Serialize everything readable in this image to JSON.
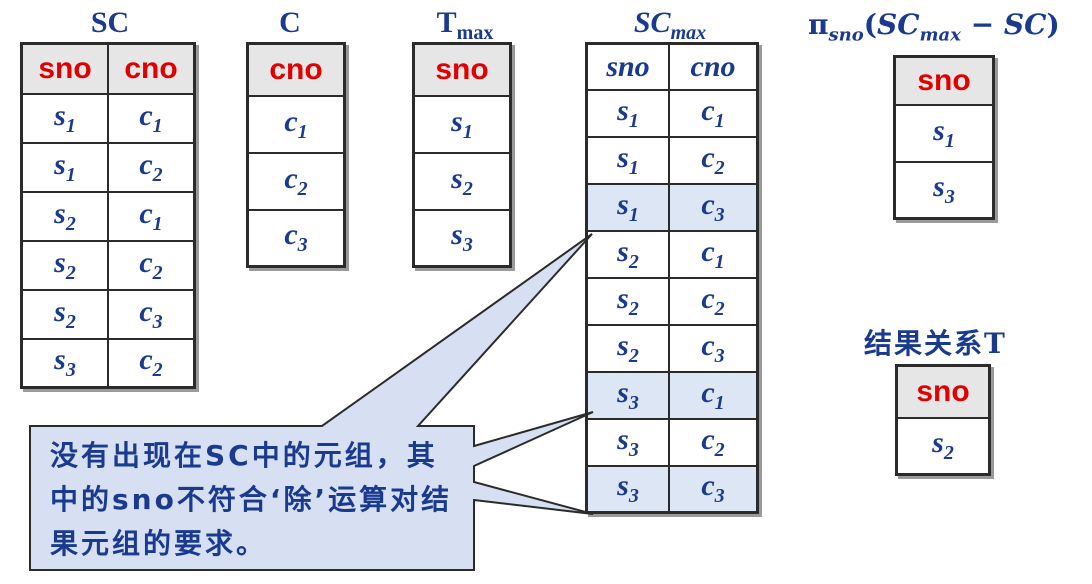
{
  "captions": {
    "sc": "SC",
    "c": "C",
    "tmax_base": "T",
    "tmax_sub": "max",
    "scmax_base": "SC",
    "scmax_sub": "max"
  },
  "sc_table": {
    "headers": [
      "sno",
      "cno"
    ],
    "rows": [
      {
        "sno": "s",
        "sno_sub": "1",
        "cno": "c",
        "cno_sub": "1"
      },
      {
        "sno": "s",
        "sno_sub": "1",
        "cno": "c",
        "cno_sub": "2"
      },
      {
        "sno": "s",
        "sno_sub": "2",
        "cno": "c",
        "cno_sub": "1"
      },
      {
        "sno": "s",
        "sno_sub": "2",
        "cno": "c",
        "cno_sub": "2"
      },
      {
        "sno": "s",
        "sno_sub": "2",
        "cno": "c",
        "cno_sub": "3"
      },
      {
        "sno": "s",
        "sno_sub": "3",
        "cno": "c",
        "cno_sub": "2"
      }
    ]
  },
  "c_table": {
    "header": "cno",
    "rows": [
      {
        "v": "c",
        "sub": "1"
      },
      {
        "v": "c",
        "sub": "2"
      },
      {
        "v": "c",
        "sub": "3"
      }
    ]
  },
  "tmax_table": {
    "header": "sno",
    "rows": [
      {
        "v": "s",
        "sub": "1"
      },
      {
        "v": "s",
        "sub": "2"
      },
      {
        "v": "s",
        "sub": "3"
      }
    ]
  },
  "scmax_table": {
    "headers": [
      "sno",
      "cno"
    ],
    "rows": [
      {
        "sno": "s",
        "sno_sub": "1",
        "cno": "c",
        "cno_sub": "1",
        "highlight": false
      },
      {
        "sno": "s",
        "sno_sub": "1",
        "cno": "c",
        "cno_sub": "2",
        "highlight": false
      },
      {
        "sno": "s",
        "sno_sub": "1",
        "cno": "c",
        "cno_sub": "3",
        "highlight": true
      },
      {
        "sno": "s",
        "sno_sub": "2",
        "cno": "c",
        "cno_sub": "1",
        "highlight": false
      },
      {
        "sno": "s",
        "sno_sub": "2",
        "cno": "c",
        "cno_sub": "2",
        "highlight": false
      },
      {
        "sno": "s",
        "sno_sub": "2",
        "cno": "c",
        "cno_sub": "3",
        "highlight": false
      },
      {
        "sno": "s",
        "sno_sub": "3",
        "cno": "c",
        "cno_sub": "1",
        "highlight": true
      },
      {
        "sno": "s",
        "sno_sub": "3",
        "cno": "c",
        "cno_sub": "2",
        "highlight": false
      },
      {
        "sno": "s",
        "sno_sub": "3",
        "cno": "c",
        "cno_sub": "3",
        "highlight": true
      }
    ]
  },
  "expression": {
    "pi": "π",
    "pi_sub": "sno",
    "open": "(",
    "a_base": "SC",
    "a_sub": "max",
    "minus": " − ",
    "b": "SC",
    "close": ")"
  },
  "projection_table": {
    "header": "sno",
    "rows": [
      {
        "v": "s",
        "sub": "1"
      },
      {
        "v": "s",
        "sub": "3"
      }
    ]
  },
  "result": {
    "label": "结果关系T",
    "header": "sno",
    "rows": [
      {
        "v": "s",
        "sub": "2"
      }
    ]
  },
  "callout": {
    "line1": "没有出现在SC中的元组，其",
    "line2": "中的sno不符合‘除’运算对结",
    "line3": "果元组的要求。"
  },
  "colors": {
    "text_blue": "#1a3a8f",
    "header_red": "#e00000",
    "highlight": "#dce6f4",
    "callout_fill": "#d6e0f2"
  }
}
